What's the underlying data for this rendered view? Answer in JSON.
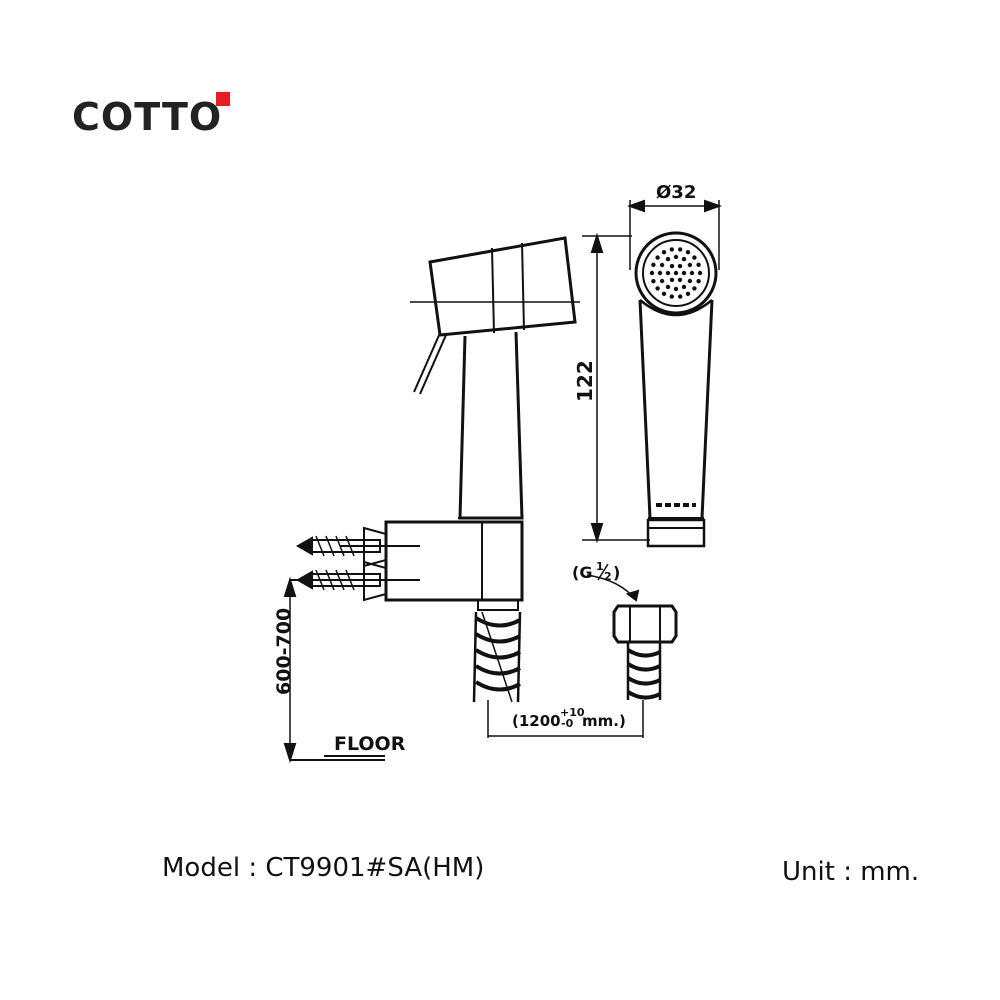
{
  "brand": {
    "name": "COTTO",
    "accent_color": "#e41e26",
    "text_color": "#222222"
  },
  "drawing": {
    "dimensions": {
      "diameter": "Ø32",
      "height": "122",
      "mount_height": "600-700",
      "hose_length": "(1200",
      "hose_tol_plus": "+10",
      "hose_tol_minus": "-0",
      "hose_unit": "mm.)",
      "thread_open": "(G",
      "thread_num": "1",
      "thread_den": "2",
      "thread_close": ")",
      "floor": "FLOOR"
    },
    "line_color": "#111111"
  },
  "footer": {
    "model": "Model : CT9901#SA(HM)",
    "unit": "Unit : mm."
  }
}
